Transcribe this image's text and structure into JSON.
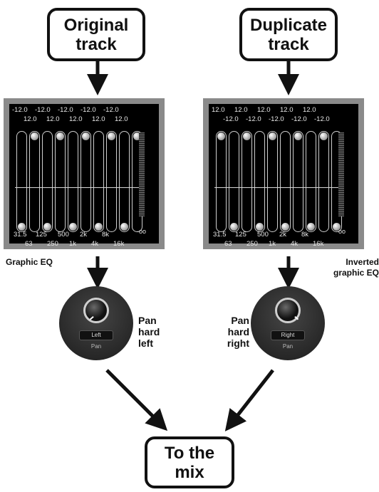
{
  "boxes": {
    "original": "Original\ntrack",
    "duplicate": "Duplicate\ntrack",
    "mix": "To the\nmix"
  },
  "eq_left": {
    "top_values": [
      "-12.0",
      "-12.0",
      "-12.0",
      "-12.0",
      "-12.0"
    ],
    "top_values_row2": [
      "12.0",
      "12.0",
      "12.0",
      "12.0",
      "12.0"
    ],
    "band_low": [
      "31.5",
      "125",
      "500",
      "2k",
      "8k"
    ],
    "band_high": [
      "63",
      "250",
      "1k",
      "4k",
      "16k"
    ],
    "meter_label": "-oo",
    "slider_positions": [
      "bottom",
      "top",
      "bottom",
      "top",
      "bottom",
      "top",
      "bottom",
      "top",
      "bottom",
      "top"
    ],
    "caption": "Graphic EQ"
  },
  "eq_right": {
    "top_values": [
      "12.0",
      "12.0",
      "12.0",
      "12.0",
      "12.0"
    ],
    "top_values_row2": [
      "-12.0",
      "-12.0",
      "-12.0",
      "-12.0",
      "-12.0"
    ],
    "band_low": [
      "31.5",
      "125",
      "500",
      "2k",
      "8k"
    ],
    "band_high": [
      "63",
      "250",
      "1k",
      "4k",
      "16k"
    ],
    "meter_label": "-oo",
    "slider_positions": [
      "top",
      "bottom",
      "top",
      "bottom",
      "top",
      "bottom",
      "top",
      "bottom",
      "top",
      "bottom"
    ],
    "caption": "Inverted\ngraphic EQ"
  },
  "pan_left": {
    "plate": "Left",
    "label": "Pan",
    "side_text": "Pan\nhard\nleft"
  },
  "pan_right": {
    "plate": "Right",
    "label": "Pan",
    "side_text": "Pan\nhard\nright"
  }
}
